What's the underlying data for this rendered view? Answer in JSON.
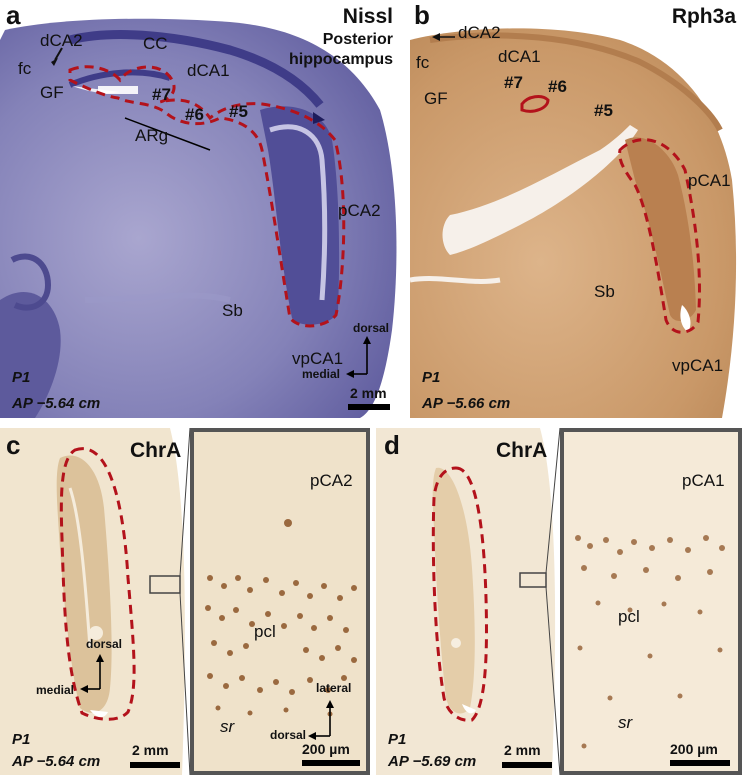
{
  "panels": {
    "a": {
      "letter": "a",
      "stain": "Nissl",
      "subtitle_line1": "Posterior",
      "subtitle_line2": "hippocampus",
      "labels": {
        "dca2": "dCA2",
        "cc": "CC",
        "fc": "fc",
        "gf": "GF",
        "dca1": "dCA1",
        "n7": "#7",
        "n6": "#6",
        "n5": "#5",
        "arg": "ARg",
        "pca2": "pCA2",
        "sb": "Sb",
        "vpca1": "vpCA1"
      },
      "subject": "P1",
      "ap": "AP −5.64 cm",
      "scale": "2 mm",
      "axis_up": "dorsal",
      "axis_left": "medial",
      "colors": {
        "tissue": "#6b6aa8",
        "outline": "#b3121b"
      }
    },
    "b": {
      "letter": "b",
      "stain": "Rph3a",
      "labels": {
        "dca2": "dCA2",
        "fc": "fc",
        "dca1": "dCA1",
        "n7": "#7",
        "n6": "#6",
        "gf": "GF",
        "n5": "#5",
        "pca1": "pCA1",
        "sb": "Sb",
        "vpca1": "vpCA1"
      },
      "subject": "P1",
      "ap": "AP −5.66 cm",
      "colors": {
        "tissue": "#c99868"
      }
    },
    "c": {
      "letter": "c",
      "stain": "ChrA",
      "subject": "P1",
      "ap": "AP −5.64 cm",
      "scale": "2 mm",
      "axis_up": "dorsal",
      "axis_left": "medial",
      "inset": {
        "region": "pCA2",
        "layer": "pcl",
        "sublayer": "sr",
        "scale": "200 µm",
        "axis_up": "lateral",
        "axis_left": "dorsal"
      }
    },
    "d": {
      "letter": "d",
      "stain": "ChrA",
      "subject": "P1",
      "ap": "AP −5.69 cm",
      "scale": "2 mm",
      "inset": {
        "region": "pCA1",
        "layer": "pcl",
        "sublayer": "sr",
        "scale": "200 µm"
      }
    }
  }
}
